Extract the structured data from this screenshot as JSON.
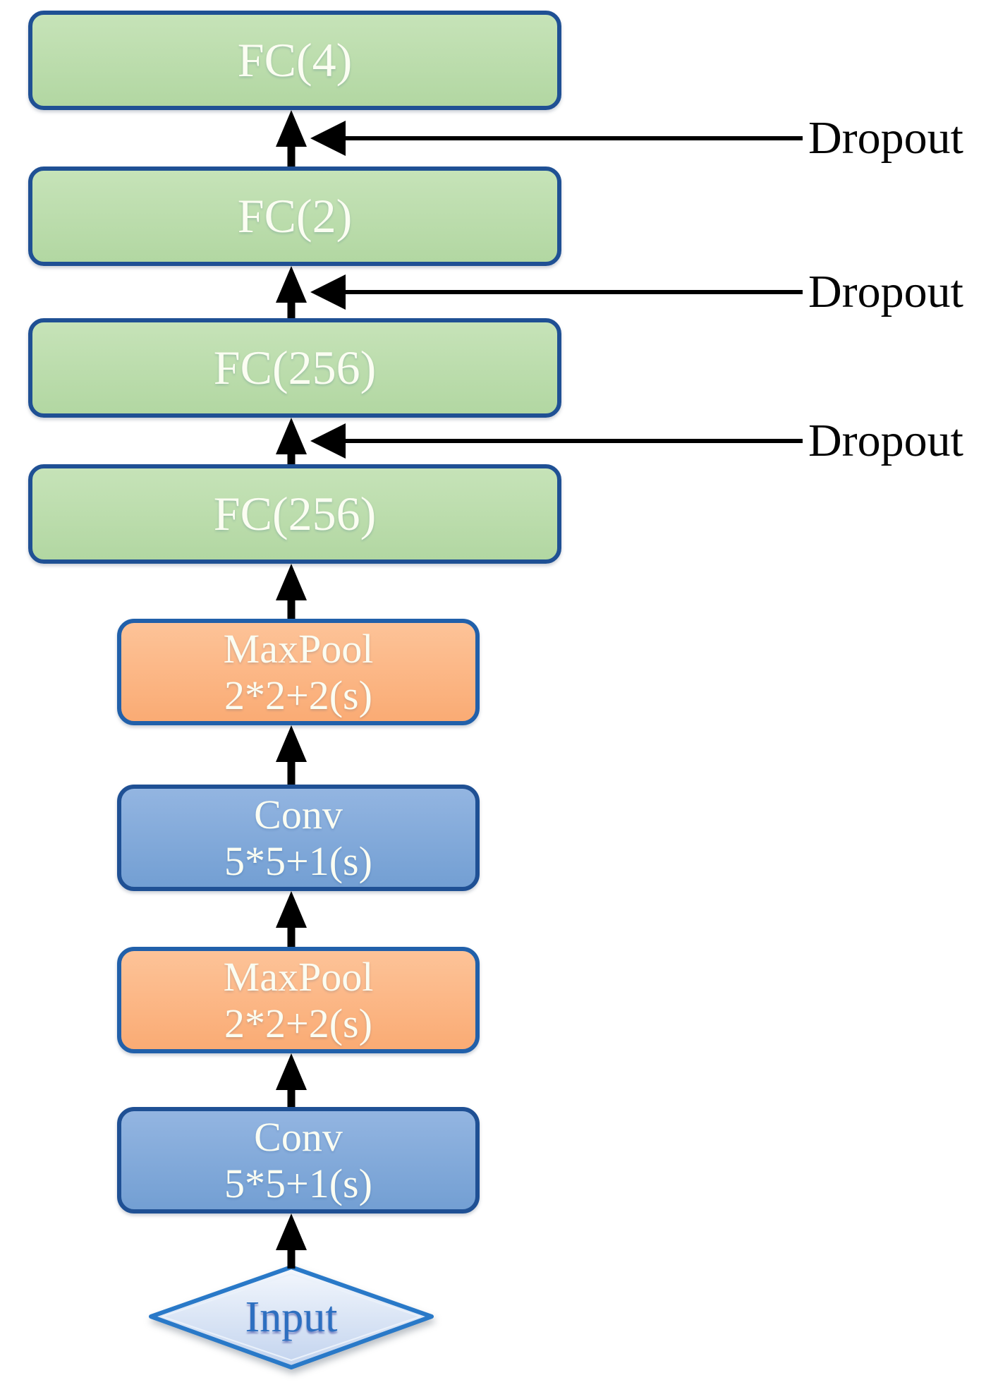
{
  "diagram": {
    "type": "flowchart",
    "subject": "CNN architecture",
    "flow_direction": "bottom-to-top",
    "nodes": [
      {
        "id": "fc-4",
        "label": "FC(4)",
        "shape": "rounded-rectangle",
        "role": "fully-connected"
      },
      {
        "id": "fc-2",
        "label": "FC(2)",
        "shape": "rounded-rectangle",
        "role": "fully-connected"
      },
      {
        "id": "fc-256-upper",
        "label": "FC(256)",
        "shape": "rounded-rectangle",
        "role": "fully-connected"
      },
      {
        "id": "fc-256-lower",
        "label": "FC(256)",
        "shape": "rounded-rectangle",
        "role": "fully-connected"
      },
      {
        "id": "maxpool-upper",
        "line1": "MaxPool",
        "line2": "2*2+2(s)",
        "shape": "rounded-rectangle",
        "role": "pooling"
      },
      {
        "id": "conv-upper",
        "line1": "Conv",
        "line2": "5*5+1(s)",
        "shape": "rounded-rectangle",
        "role": "convolution"
      },
      {
        "id": "maxpool-lower",
        "line1": "MaxPool",
        "line2": "2*2+2(s)",
        "shape": "rounded-rectangle",
        "role": "pooling"
      },
      {
        "id": "conv-lower",
        "line1": "Conv",
        "line2": "5*5+1(s)",
        "shape": "rounded-rectangle",
        "role": "convolution"
      },
      {
        "id": "input",
        "label": "Input",
        "shape": "diamond",
        "role": "input"
      }
    ],
    "dropout_labels": [
      "Dropout",
      "Dropout",
      "Dropout"
    ],
    "colors": {
      "background": "#ffffff",
      "fc_fill": "#b7daa9",
      "fc_border": "#1f5094",
      "pool_fill": "#fbb381",
      "pool_border": "#2160aa",
      "conv_fill": "#7da7d8",
      "conv_border": "#1f5094",
      "input_fill_top": "#f3f7fd",
      "input_fill_bottom": "#c2d3ee",
      "input_border": "#2979c8",
      "input_text": "#2d6fc0",
      "box_text": "#fbfdf2",
      "annotation_text": "#050505",
      "arrow": "#000000"
    }
  }
}
